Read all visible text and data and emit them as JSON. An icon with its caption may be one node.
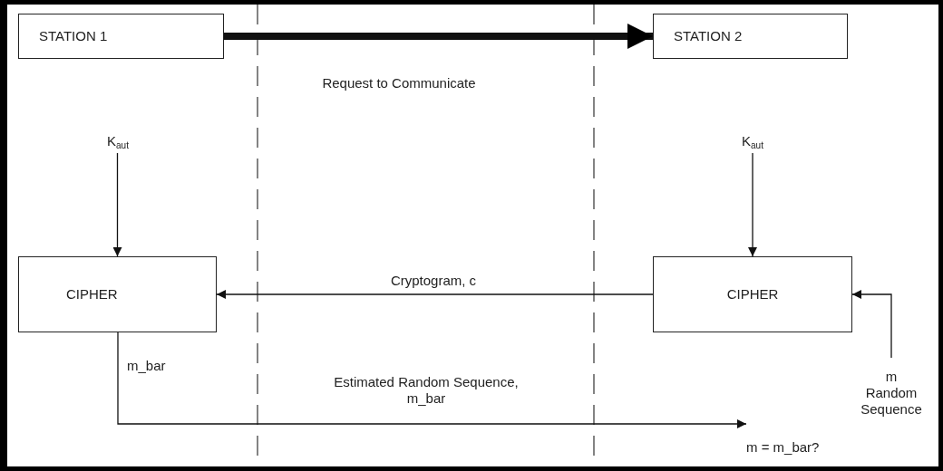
{
  "diagram": {
    "nodes": [
      {
        "text": [
          "STATION 1"
        ]
      },
      {
        "text": [
          "STATION 2"
        ]
      },
      {
        "text": [
          "K$_{aut}$"
        ]
      },
      {
        "text": [
          "CIPHER"
        ]
      },
      {
        "text": [
          "K$_{aut}$"
        ]
      },
      {
        "text": [
          "CIPHER"
        ]
      },
      {
        "text": [
          "m",
          "Random Sequence"
        ]
      },
      {
        "text": [
          "m = m_bar?"
        ]
      }
    ],
    "edges": [
      {
        "from": 0,
        "to": 1,
        "arrow": "to",
        "label": "Request to Communicate",
        "style": "thick"
      },
      {
        "from": 2,
        "to": 3,
        "arrow": "to"
      },
      {
        "from": 4,
        "to": 5,
        "arrow": "to"
      },
      {
        "from": 5,
        "to": 3,
        "arrow": "to",
        "label": "Cryptogram, c"
      },
      {
        "from": 6,
        "to": 5,
        "arrow": "to"
      },
      {
        "from": 3,
        "to": 7,
        "arrow": "to",
        "label": "Estimated Random Sequence, m_bar"
      }
    ],
    "labels": [
      "m_bar"
    ]
  }
}
